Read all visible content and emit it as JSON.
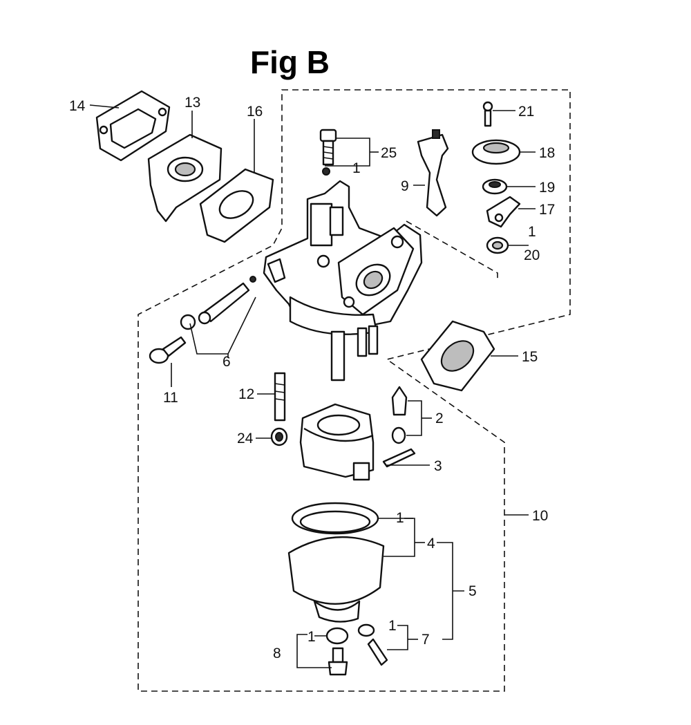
{
  "figure": {
    "title": "Fig B"
  },
  "callouts": [
    {
      "id": "c14",
      "text": "14"
    },
    {
      "id": "c13",
      "text": "13"
    },
    {
      "id": "c16",
      "text": "16"
    },
    {
      "id": "c25",
      "text": "25"
    },
    {
      "id": "c1a",
      "text": "1"
    },
    {
      "id": "c9",
      "text": "9"
    },
    {
      "id": "c21",
      "text": "21"
    },
    {
      "id": "c18",
      "text": "18"
    },
    {
      "id": "c19",
      "text": "19"
    },
    {
      "id": "c17",
      "text": "17"
    },
    {
      "id": "c1b",
      "text": "1"
    },
    {
      "id": "c20",
      "text": "20"
    },
    {
      "id": "c15",
      "text": "15"
    },
    {
      "id": "c11",
      "text": "11"
    },
    {
      "id": "c6",
      "text": "6"
    },
    {
      "id": "c12",
      "text": "12"
    },
    {
      "id": "c24",
      "text": "24"
    },
    {
      "id": "c2",
      "text": "2"
    },
    {
      "id": "c3",
      "text": "3"
    },
    {
      "id": "c10",
      "text": "10"
    },
    {
      "id": "c1c",
      "text": "1"
    },
    {
      "id": "c4",
      "text": "4"
    },
    {
      "id": "c5",
      "text": "5"
    },
    {
      "id": "c1d",
      "text": "1"
    },
    {
      "id": "c1e",
      "text": "1"
    },
    {
      "id": "c7",
      "text": "7"
    },
    {
      "id": "c8",
      "text": "8"
    }
  ]
}
